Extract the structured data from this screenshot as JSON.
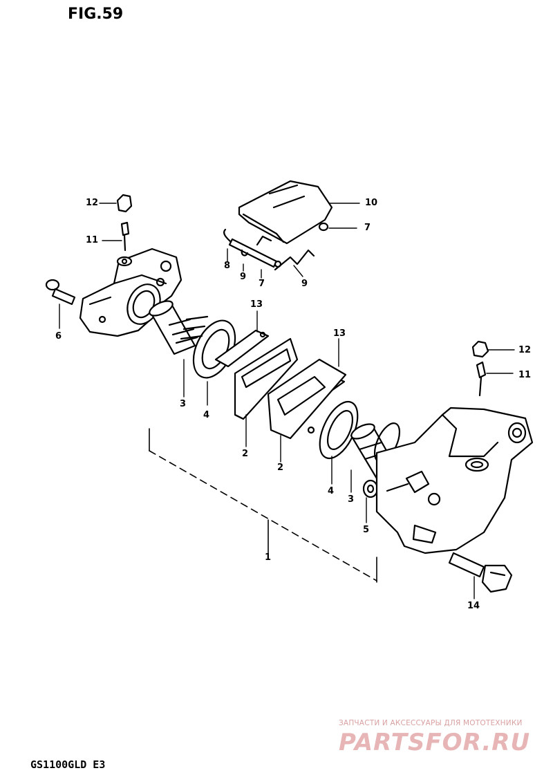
{
  "figure": {
    "title": "FIG.59",
    "model": "GS1100GLD E3"
  },
  "watermark": {
    "subtitle": "ЗАПЧАСТИ И АКСЕССУАРЫ ДЛЯ МОТОТЕХНИКИ",
    "brand": "PARTSFOR.RU"
  },
  "callouts": [
    {
      "id": "c12a",
      "text": "12"
    },
    {
      "id": "c11a",
      "text": "11"
    },
    {
      "id": "c6",
      "text": "6"
    },
    {
      "id": "c8",
      "text": "8"
    },
    {
      "id": "c9a",
      "text": "9"
    },
    {
      "id": "c7a",
      "text": "7"
    },
    {
      "id": "c9b",
      "text": "9"
    },
    {
      "id": "c10",
      "text": "10"
    },
    {
      "id": "c7b",
      "text": "7"
    },
    {
      "id": "c13a",
      "text": "13"
    },
    {
      "id": "c13b",
      "text": "13"
    },
    {
      "id": "c3a",
      "text": "3"
    },
    {
      "id": "c4a",
      "text": "4"
    },
    {
      "id": "c2a",
      "text": "2"
    },
    {
      "id": "c2b",
      "text": "2"
    },
    {
      "id": "c4b",
      "text": "4"
    },
    {
      "id": "c3b",
      "text": "3"
    },
    {
      "id": "c5",
      "text": "5"
    },
    {
      "id": "c1",
      "text": "1"
    },
    {
      "id": "c12b",
      "text": "12"
    },
    {
      "id": "c11b",
      "text": "11"
    },
    {
      "id": "c14",
      "text": "14"
    }
  ]
}
